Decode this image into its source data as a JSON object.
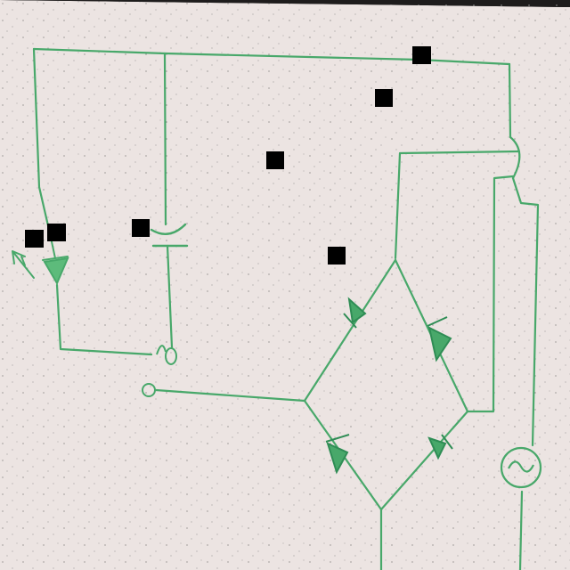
{
  "diagram": {
    "kind": "hand-drawn circuit sketch",
    "colors": {
      "background_dark": "#1e1c1c",
      "paper": "#ece4e2",
      "ink": "#48a86a",
      "ink_dark": "#2f8d55",
      "redaction": "#000000"
    },
    "components": [
      {
        "name": "photodiode",
        "count": 1
      },
      {
        "name": "capacitor",
        "count": 1
      },
      {
        "name": "switch",
        "count": 1
      },
      {
        "name": "bridge-rectifier-diode",
        "count": 4
      },
      {
        "name": "ac-source",
        "symbol": "~"
      },
      {
        "name": "wire-crossover-hop",
        "count": 1
      }
    ],
    "redaction_marks": 7,
    "faint_text": ""
  }
}
